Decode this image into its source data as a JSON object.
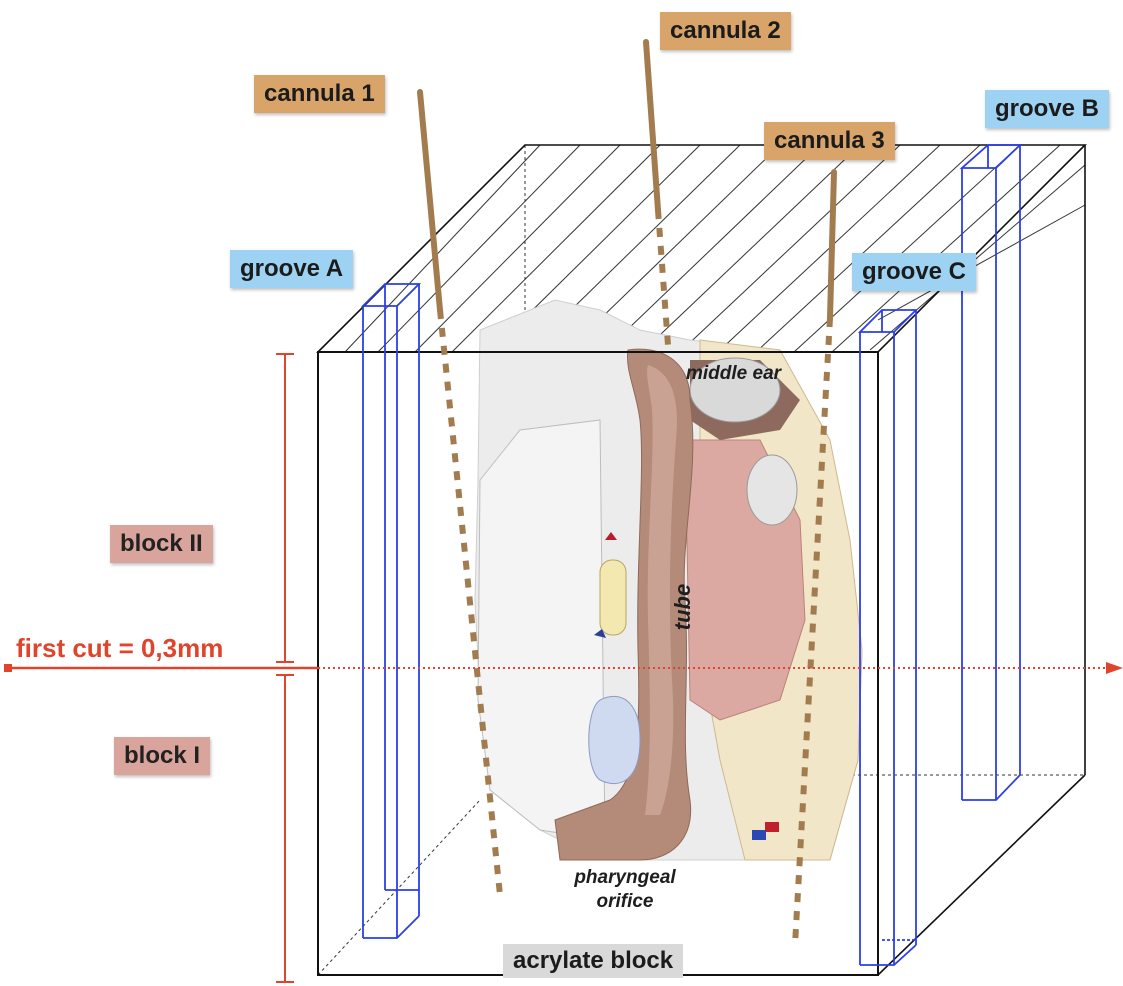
{
  "labels": {
    "cannula_1": "cannula 1",
    "cannula_2": "cannula 2",
    "cannula_3": "cannula 3",
    "groove_a": "groove A",
    "groove_b": "groove B",
    "groove_c": "groove C",
    "block_2": "block II",
    "block_1": "block I",
    "first_cut": "first cut = 0,3mm",
    "acrylate_block": "acrylate block"
  },
  "anatomy": {
    "middle_ear": "middle ear",
    "tube": "tube",
    "pharyngeal_line1": "pharyngeal",
    "pharyngeal_line2": "orifice"
  },
  "colors": {
    "cannula": "#a27c4e",
    "cannula_label": "#d8a46a",
    "groove": "#2b3fe8",
    "groove_label": "#9ed2f2",
    "cut_line": "#e0442b",
    "block_label": "#d9a49c",
    "acrylate_label": "#d9d9d9"
  }
}
